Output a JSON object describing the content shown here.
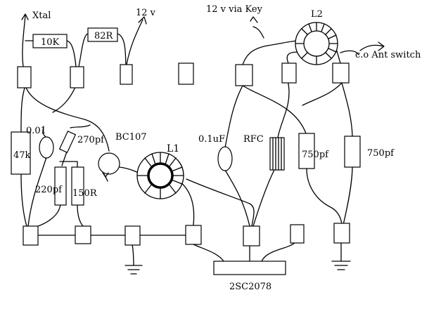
{
  "labels": {
    "xtal": "Xtal",
    "v12": "12 v",
    "v12_key": "12 v via Key",
    "l2": "L2",
    "ant": "c.o Ant switch",
    "r10k": "10K",
    "r82": "82R",
    "c001": "0.01",
    "c270": "270pf",
    "bc107": "BC107",
    "r47k": "47k",
    "c220": "220pf",
    "r150": "150R",
    "l1": "L1",
    "c01uf": "0.1uF",
    "rfc": "RFC",
    "c750a": "750pf",
    "c750b": "750pf",
    "transistor": "2SC2078"
  },
  "colors": {
    "ink": "#000000",
    "background": "#ffffff"
  }
}
